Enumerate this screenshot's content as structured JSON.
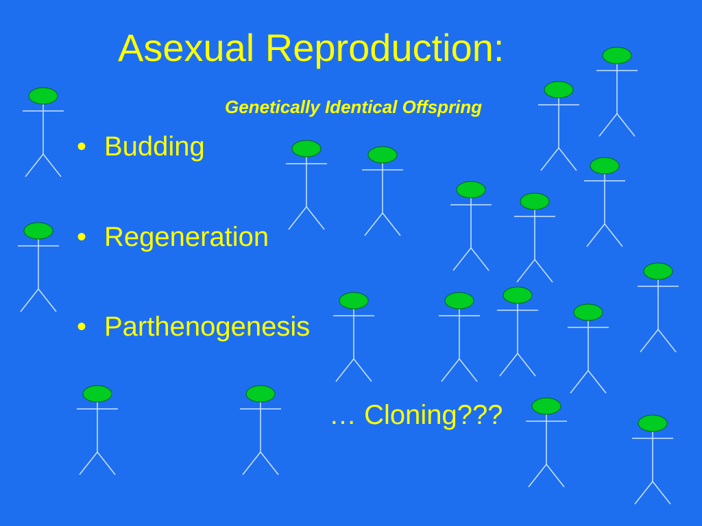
{
  "slide": {
    "title": "Asexual Reproduction:",
    "subtitle": "Genetically Identical Offspring",
    "bullet_glyph": "•",
    "bullets": [
      "Budding",
      "Regeneration",
      "Parthenogenesis"
    ],
    "footer_text": "… Cloning???"
  },
  "colors": {
    "background": "#1e6ff0",
    "text": "#ffff00",
    "head_fill": "#00cc22",
    "head_stroke": "#006611",
    "body_stroke": "#cce6ff"
  },
  "figure_icon": "stick-figure-icon"
}
